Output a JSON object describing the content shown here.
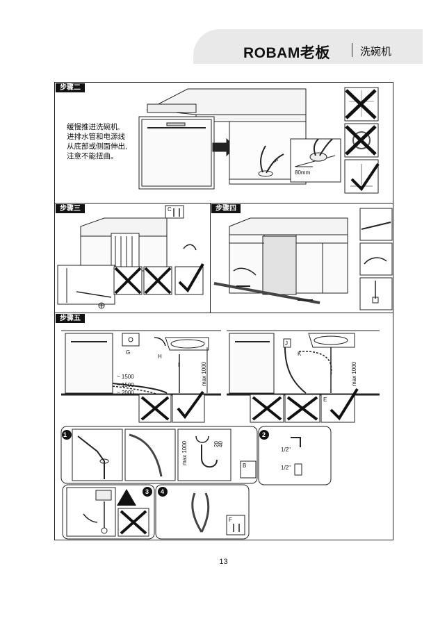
{
  "header": {
    "brand_text": "ROBAM老板",
    "product": "洗碗机"
  },
  "steps": {
    "step2": {
      "label": "步骤二",
      "note": [
        "缓慢推进洗碗机,",
        "进排水管和电源线",
        "从底部或侧面伸出,",
        "注意不能扭曲。"
      ],
      "dim_80": "80mm"
    },
    "step3": {
      "label": "步骤三",
      "part": "C"
    },
    "step4": {
      "label": "步骤四"
    },
    "step5": {
      "label": "步骤五",
      "dims": {
        "d1500a": "~ 1500",
        "d1500b": "~ 1500",
        "d2000": "~ 2000",
        "max1000a": "max 1000",
        "max1000b": "max 1000",
        "max1000c": "max 1000",
        "h20": "20",
        "h40": "40"
      },
      "marks": {
        "mark_g": "G",
        "mark_h": "H",
        "mark_i": "I",
        "mark_j": "J",
        "mark_k": "K",
        "mark_e": "E",
        "mark_b": "B",
        "mark_f": "F"
      },
      "sub": {
        "n1": "1",
        "n2": "2",
        "n3": "3",
        "n4": "4"
      },
      "thread_a": "1/2\"",
      "thread_b": "1/2\""
    }
  },
  "page_number": "13"
}
